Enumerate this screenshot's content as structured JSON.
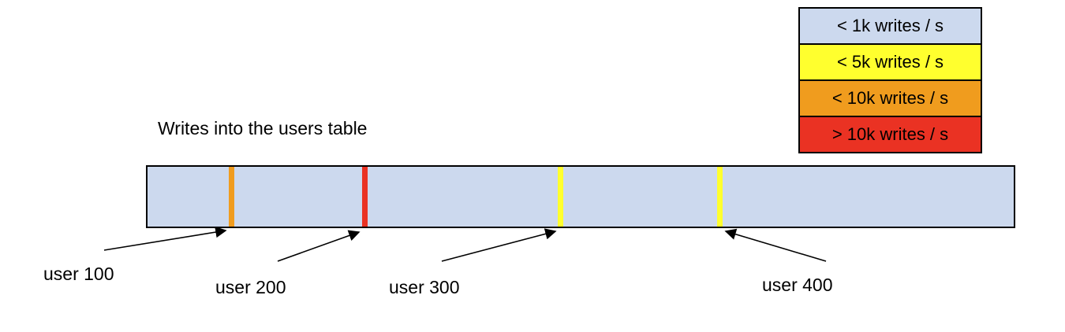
{
  "canvas": {
    "background": "#ffffff"
  },
  "title": "Writes into the users table",
  "legend": {
    "border_color": "#000000",
    "items": [
      {
        "label": "< 1k writes / s",
        "color": "#ccd9ee"
      },
      {
        "label": "< 5k writes / s",
        "color": "#ffff2e"
      },
      {
        "label": "< 10k writes / s",
        "color": "#f09c1e"
      },
      {
        "label": "> 10k writes / s",
        "color": "#ea3223"
      }
    ]
  },
  "bar": {
    "fill": "#ccd9ee",
    "border_color": "#000000",
    "markers": [
      {
        "id": "marker-user-100",
        "color": "#f09c1e"
      },
      {
        "id": "marker-user-200",
        "color": "#ea3223"
      },
      {
        "id": "marker-user-300",
        "color": "#ffff2e"
      },
      {
        "id": "marker-user-400",
        "color": "#ffff2e"
      }
    ]
  },
  "callouts": [
    {
      "label": "user 100"
    },
    {
      "label": "user 200"
    },
    {
      "label": "user 300"
    },
    {
      "label": "user 400"
    }
  ]
}
